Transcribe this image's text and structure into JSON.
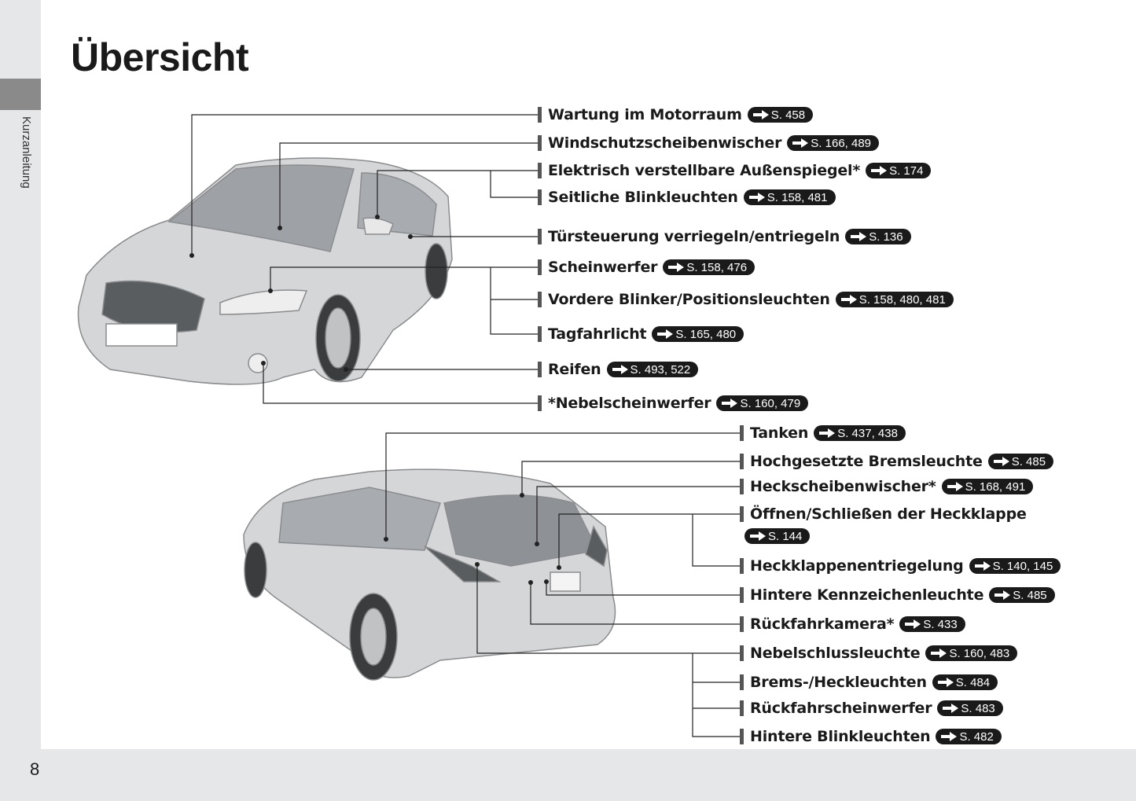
{
  "page": {
    "title": "Übersicht",
    "section": "Kurzanleitung",
    "page_number": "8"
  },
  "front_items": [
    {
      "label": "Wartung im Motorraum",
      "ref": "S. 458"
    },
    {
      "label": "Windschutzscheibenwischer",
      "ref": "S. 166, 489"
    },
    {
      "label": "Elektrisch verstellbare Außenspiegel*",
      "ref": "S. 174"
    },
    {
      "label": "Seitliche Blinkleuchten",
      "ref": "S. 158, 481"
    },
    {
      "label": "Türsteuerung verriegeln/entriegeln",
      "ref": "S. 136"
    },
    {
      "label": "Scheinwerfer",
      "ref": "S. 158, 476"
    },
    {
      "label": "Vordere Blinker/Positionsleuchten",
      "ref": "S. 158, 480, 481"
    },
    {
      "label": "Tagfahrlicht",
      "ref": "S. 165, 480"
    },
    {
      "label": "Reifen",
      "ref": "S. 493, 522"
    },
    {
      "label": "*Nebelscheinwerfer",
      "ref": "S. 160, 479"
    }
  ],
  "rear_items": [
    {
      "label": "Tanken",
      "ref": "S. 437, 438"
    },
    {
      "label": "Hochgesetzte Bremsleuchte",
      "ref": "S. 485"
    },
    {
      "label": "Heckscheibenwischer*",
      "ref": "S. 168, 491"
    },
    {
      "label": "Öffnen/Schließen der Heckklappe",
      "ref": "S. 144"
    },
    {
      "label": "Heckklappenentriegelung",
      "ref": "S. 140, 145"
    },
    {
      "label": "Hintere Kennzeichenleuchte",
      "ref": "S. 485"
    },
    {
      "label": "Rückfahrkamera*",
      "ref": "S. 433"
    },
    {
      "label": "Nebelschlussleuchte",
      "ref": "S. 160, 483"
    },
    {
      "label": "Brems-/Heckleuchten",
      "ref": "S. 484"
    },
    {
      "label": "Rückfahrscheinwerfer",
      "ref": "S. 483"
    },
    {
      "label": "Hintere Blinkleuchten",
      "ref": "S. 482"
    }
  ]
}
